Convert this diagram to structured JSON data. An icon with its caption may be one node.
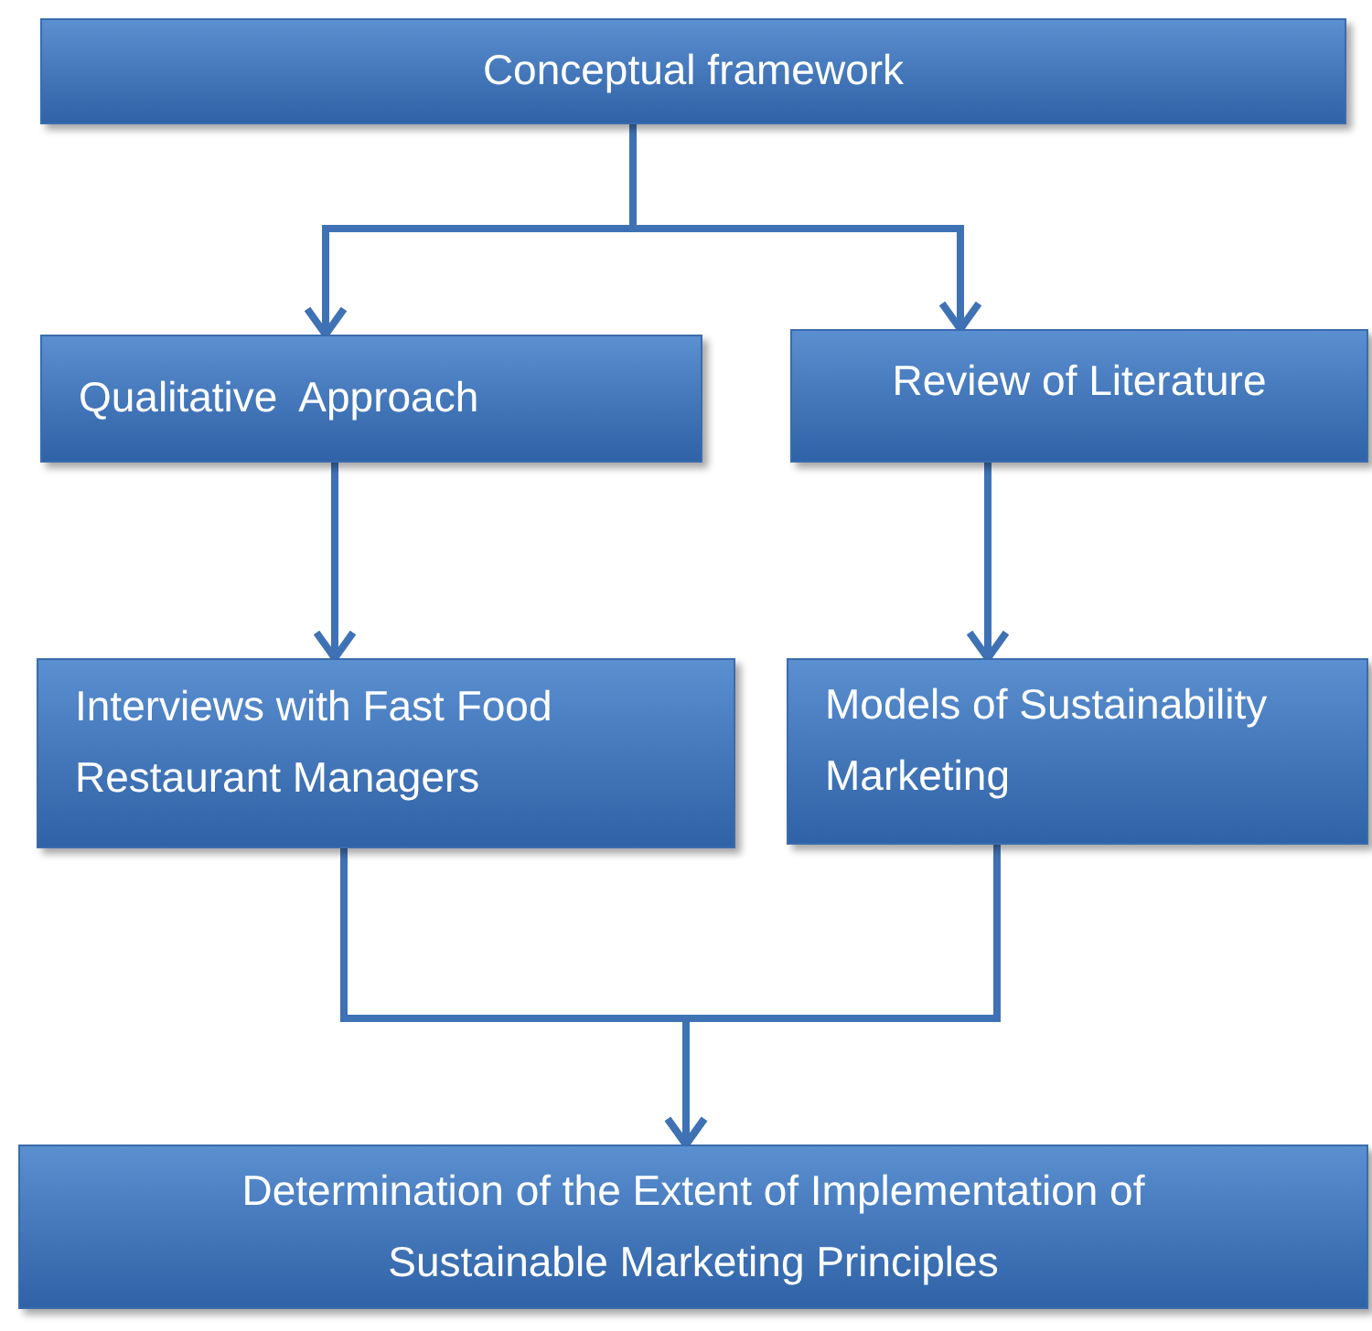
{
  "diagram": {
    "nodes": [
      {
        "text": [
          "Conceptual framework"
        ]
      },
      {
        "text": [
          "Qualitative  Approach"
        ]
      },
      {
        "text": [
          "Review of Literature"
        ]
      },
      {
        "text": [
          "Interviews with Fast Food Restaurant Managers"
        ]
      },
      {
        "text": [
          "Models of Sustainability Marketing"
        ]
      },
      {
        "text": [
          "Determination of the Extent of Implementation of Sustainable Marketing Principles"
        ]
      }
    ],
    "edges": [
      {
        "from": 0,
        "to": 1,
        "arrow": "to"
      },
      {
        "from": 0,
        "to": 2,
        "arrow": "to"
      },
      {
        "from": 1,
        "to": 3,
        "arrow": "to"
      },
      {
        "from": 2,
        "to": 4,
        "arrow": "to"
      },
      {
        "from": 3,
        "to": 5,
        "arrow": "to"
      },
      {
        "from": 4,
        "to": 5,
        "arrow": "to"
      }
    ]
  }
}
